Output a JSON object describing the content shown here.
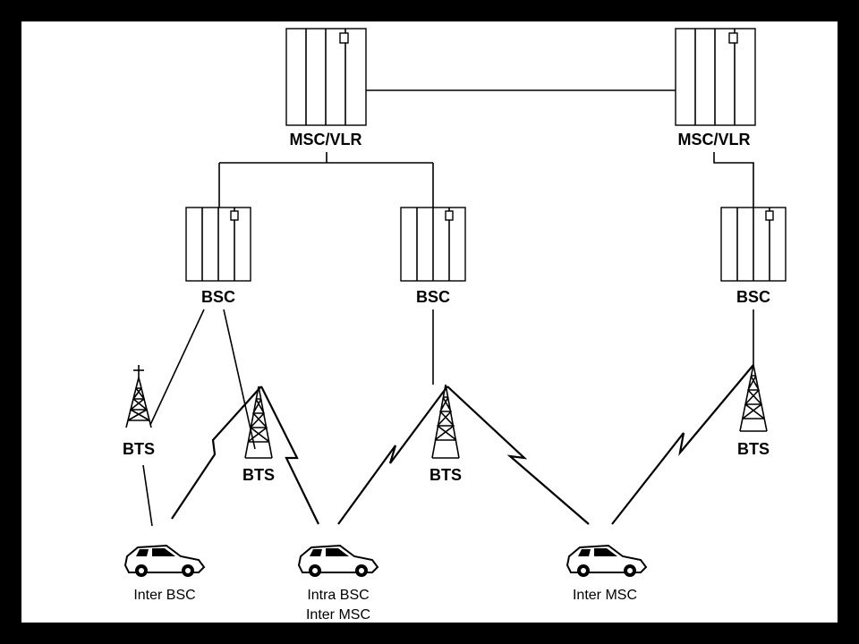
{
  "labels": {
    "msc_left": "MSC/VLR",
    "msc_right": "MSC/VLR",
    "bsc_left": "BSC",
    "bsc_mid": "BSC",
    "bsc_right": "BSC",
    "bts_1": "BTS",
    "bts_2": "BTS",
    "bts_3": "BTS",
    "bts_4": "BTS"
  },
  "cars": {
    "car_1": {
      "caption": [
        "Inter BSC"
      ]
    },
    "car_2": {
      "caption": [
        "Intra BSC",
        "Inter MSC"
      ]
    },
    "car_3": {
      "caption": [
        "Inter MSC"
      ]
    }
  },
  "colors": {
    "background": "#000000",
    "canvas": "#ffffff",
    "ink": "#000000"
  }
}
